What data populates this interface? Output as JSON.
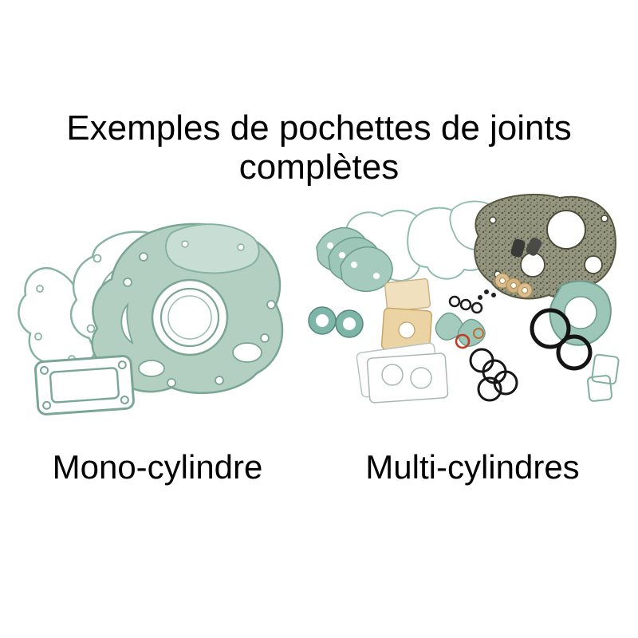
{
  "title": {
    "line1": "Exemples de pochettes de joints",
    "line2": "complètes"
  },
  "sections": {
    "left": {
      "label": "Mono-cylindre"
    },
    "right": {
      "label": "Multi-cylindres"
    }
  },
  "colors": {
    "text": "#000000",
    "background": "#ffffff",
    "gasket_teal_fill": "#b2cfc2",
    "gasket_teal_stroke": "#79a695",
    "gasket_teal_light": "#c8ded4",
    "gasket_dark_speckled": "#95967f",
    "gasket_tan": "#ecd3a4",
    "gasket_beige": "#f0e0bd",
    "o_ring_black": "#161616",
    "o_ring_red": "#c23b26",
    "washer_copper": "#d9b98c"
  }
}
